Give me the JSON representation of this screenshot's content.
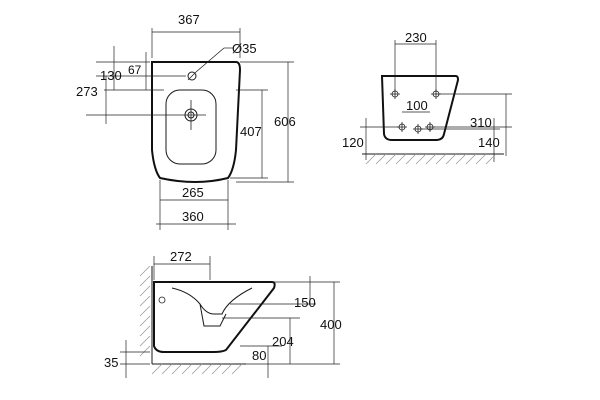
{
  "front_view": {
    "dims": {
      "total_width": "367",
      "hole_diameter": "Ø35",
      "dim_67": "67",
      "dim_130": "130",
      "dim_273": "273",
      "height_407": "407",
      "length_606": "606",
      "base_width": "265",
      "bottom_width": "360"
    }
  },
  "side_view_top": {
    "dims": {
      "bracket_width": "230",
      "hole_spacing": "100",
      "height_310": "310",
      "left_120": "120",
      "right_140": "140"
    }
  },
  "side_view_bottom": {
    "dims": {
      "depth_272": "272",
      "dim_150": "150",
      "height_400": "400",
      "dim_204": "204",
      "dim_80": "80",
      "floor_35": "35"
    }
  }
}
